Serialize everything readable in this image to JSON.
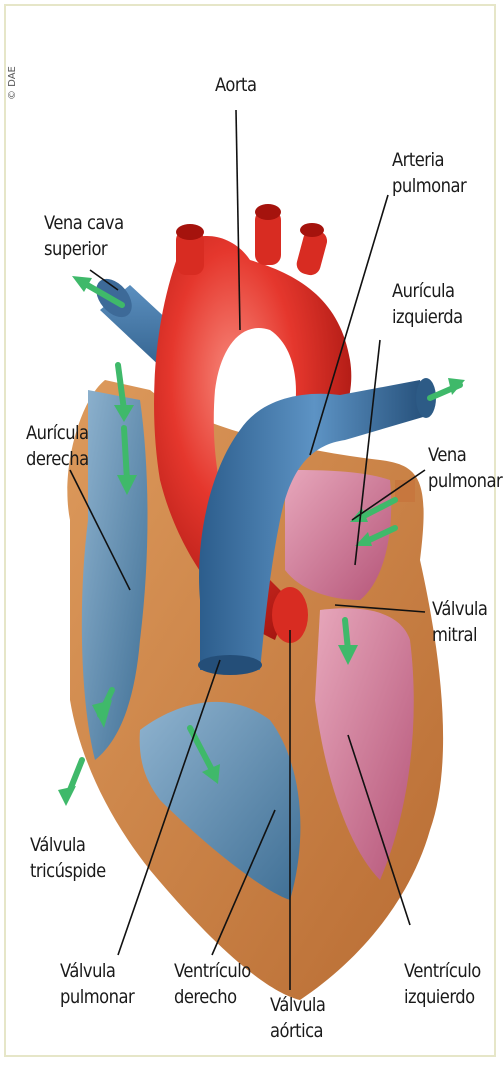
{
  "credit": "© DAE",
  "labels": {
    "aorta": [
      "Aorta"
    ],
    "arteria_pulmonar": [
      "Arteria",
      "pulmonar"
    ],
    "vena_cava_superior": [
      "Vena cava",
      "superior"
    ],
    "auricula_izquierda": [
      "Aurícula",
      "izquierda"
    ],
    "auricula_derecha": [
      "Aurícula",
      "derecha"
    ],
    "vena_pulmonar": [
      "Vena",
      "pulmonar"
    ],
    "valvula_mitral": [
      "Válvula",
      "mitral"
    ],
    "valvula_tricuspide": [
      "Válvula",
      "tricúspide"
    ],
    "valvula_pulmonar": [
      "Válvula",
      "pulmonar"
    ],
    "ventriculo_derecho": [
      "Ventrículo",
      "derecho"
    ],
    "valvula_aortica": [
      "Válvula",
      "aórtica"
    ],
    "ventriculo_izquierdo": [
      "Ventrículo",
      "izquierdo"
    ]
  }
}
